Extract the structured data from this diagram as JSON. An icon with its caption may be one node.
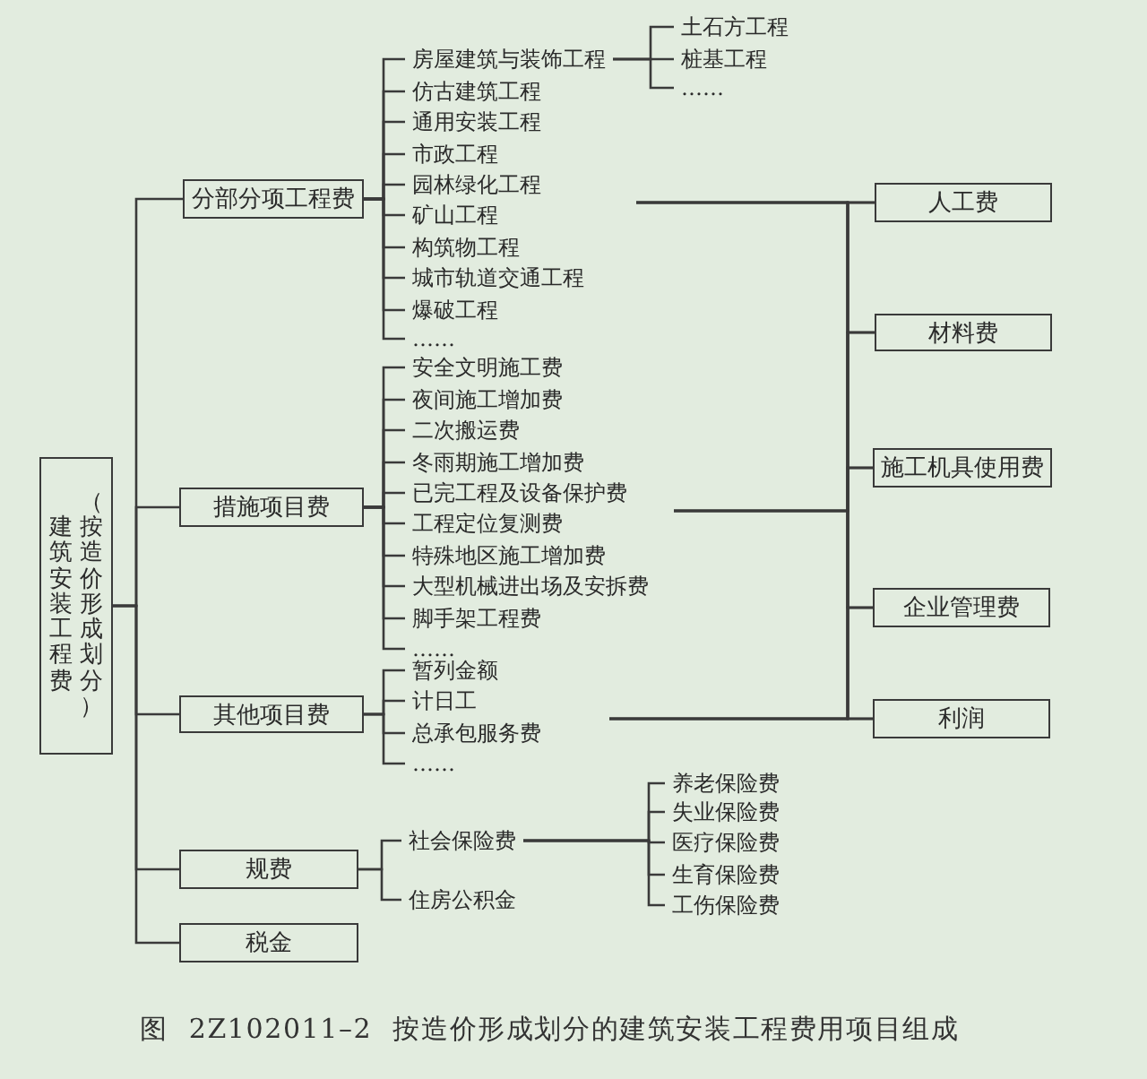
{
  "diagram": {
    "caption": "图 2Z102011–2 按造价形成划分的建筑安装工程费用项目组成",
    "nodes": [
      {
        "text": [
          "建筑安装工程费",
          "（按造价形成划分）"
        ]
      },
      {
        "text": [
          "分部分项工程费"
        ]
      },
      {
        "text": [
          "房屋建筑与装饰工程"
        ]
      },
      {
        "text": [
          "土石方工程"
        ]
      },
      {
        "text": [
          "桩基工程"
        ]
      },
      {
        "text": [
          "……"
        ]
      },
      {
        "text": [
          "仿古建筑工程"
        ]
      },
      {
        "text": [
          "通用安装工程"
        ]
      },
      {
        "text": [
          "市政工程"
        ]
      },
      {
        "text": [
          "园林绿化工程"
        ]
      },
      {
        "text": [
          "矿山工程"
        ]
      },
      {
        "text": [
          "构筑物工程"
        ]
      },
      {
        "text": [
          "城市轨道交通工程"
        ]
      },
      {
        "text": [
          "爆破工程"
        ]
      },
      {
        "text": [
          "……"
        ]
      },
      {
        "text": [
          "措施项目费"
        ]
      },
      {
        "text": [
          "安全文明施工费"
        ]
      },
      {
        "text": [
          "夜间施工增加费"
        ]
      },
      {
        "text": [
          "二次搬运费"
        ]
      },
      {
        "text": [
          "冬雨期施工增加费"
        ]
      },
      {
        "text": [
          "已完工程及设备保护费"
        ]
      },
      {
        "text": [
          "工程定位复测费"
        ]
      },
      {
        "text": [
          "特殊地区施工增加费"
        ]
      },
      {
        "text": [
          "大型机械进出场及安拆费"
        ]
      },
      {
        "text": [
          "脚手架工程费"
        ]
      },
      {
        "text": [
          "……"
        ]
      },
      {
        "text": [
          "其他项目费"
        ]
      },
      {
        "text": [
          "暂列金额"
        ]
      },
      {
        "text": [
          "计日工"
        ]
      },
      {
        "text": [
          "总承包服务费"
        ]
      },
      {
        "text": [
          "……"
        ]
      },
      {
        "text": [
          "规费"
        ]
      },
      {
        "text": [
          "社会保险费"
        ]
      },
      {
        "text": [
          "养老保险费"
        ]
      },
      {
        "text": [
          "失业保险费"
        ]
      },
      {
        "text": [
          "医疗保险费"
        ]
      },
      {
        "text": [
          "生育保险费"
        ]
      },
      {
        "text": [
          "工伤保险费"
        ]
      },
      {
        "text": [
          "住房公积金"
        ]
      },
      {
        "text": [
          "税金"
        ]
      },
      {
        "text": [
          "人工费"
        ]
      },
      {
        "text": [
          "材料费"
        ]
      },
      {
        "text": [
          "施工机具使用费"
        ]
      },
      {
        "text": [
          "企业管理费"
        ]
      },
      {
        "text": [
          "利润"
        ]
      }
    ],
    "edges": [
      {
        "from": 0,
        "to": 1,
        "arrow": "none"
      },
      {
        "from": 0,
        "to": 15,
        "arrow": "none"
      },
      {
        "from": 0,
        "to": 26,
        "arrow": "none"
      },
      {
        "from": 0,
        "to": 31,
        "arrow": "none"
      },
      {
        "from": 0,
        "to": 39,
        "arrow": "none"
      },
      {
        "from": 1,
        "to": 2,
        "arrow": "none"
      },
      {
        "from": 1,
        "to": 6,
        "arrow": "none"
      },
      {
        "from": 1,
        "to": 7,
        "arrow": "none"
      },
      {
        "from": 1,
        "to": 8,
        "arrow": "none"
      },
      {
        "from": 1,
        "to": 9,
        "arrow": "none"
      },
      {
        "from": 1,
        "to": 10,
        "arrow": "none"
      },
      {
        "from": 1,
        "to": 11,
        "arrow": "none"
      },
      {
        "from": 1,
        "to": 12,
        "arrow": "none"
      },
      {
        "from": 1,
        "to": 13,
        "arrow": "none"
      },
      {
        "from": 1,
        "to": 14,
        "arrow": "none"
      },
      {
        "from": 2,
        "to": 3,
        "arrow": "none"
      },
      {
        "from": 2,
        "to": 4,
        "arrow": "none"
      },
      {
        "from": 2,
        "to": 5,
        "arrow": "none"
      },
      {
        "from": 15,
        "to": 16,
        "arrow": "none"
      },
      {
        "from": 15,
        "to": 17,
        "arrow": "none"
      },
      {
        "from": 15,
        "to": 18,
        "arrow": "none"
      },
      {
        "from": 15,
        "to": 19,
        "arrow": "none"
      },
      {
        "from": 15,
        "to": 20,
        "arrow": "none"
      },
      {
        "from": 15,
        "to": 21,
        "arrow": "none"
      },
      {
        "from": 15,
        "to": 22,
        "arrow": "none"
      },
      {
        "from": 15,
        "to": 23,
        "arrow": "none"
      },
      {
        "from": 15,
        "to": 24,
        "arrow": "none"
      },
      {
        "from": 15,
        "to": 25,
        "arrow": "none"
      },
      {
        "from": 26,
        "to": 27,
        "arrow": "none"
      },
      {
        "from": 26,
        "to": 28,
        "arrow": "none"
      },
      {
        "from": 26,
        "to": 29,
        "arrow": "none"
      },
      {
        "from": 26,
        "to": 30,
        "arrow": "none"
      },
      {
        "from": 31,
        "to": 32,
        "arrow": "none"
      },
      {
        "from": 31,
        "to": 38,
        "arrow": "none"
      },
      {
        "from": 32,
        "to": 33,
        "arrow": "none"
      },
      {
        "from": 32,
        "to": 34,
        "arrow": "none"
      },
      {
        "from": 32,
        "to": 35,
        "arrow": "none"
      },
      {
        "from": 32,
        "to": 36,
        "arrow": "none"
      },
      {
        "from": 32,
        "to": 37,
        "arrow": "none"
      },
      {
        "from": null,
        "to": 40,
        "arrow": "none"
      },
      {
        "from": null,
        "to": 41,
        "arrow": "none"
      },
      {
        "from": null,
        "to": 42,
        "arrow": "none"
      },
      {
        "from": null,
        "to": 43,
        "arrow": "none"
      },
      {
        "from": null,
        "to": 44,
        "arrow": "none"
      },
      {
        "from": null,
        "to": 40,
        "arrow": "none"
      },
      {
        "from": null,
        "to": 41,
        "arrow": "none"
      },
      {
        "from": null,
        "to": 42,
        "arrow": "none"
      },
      {
        "from": null,
        "to": 43,
        "arrow": "none"
      },
      {
        "from": null,
        "to": 44,
        "arrow": "none"
      },
      {
        "from": null,
        "to": 40,
        "arrow": "none"
      },
      {
        "from": null,
        "to": 41,
        "arrow": "none"
      },
      {
        "from": null,
        "to": 42,
        "arrow": "none"
      },
      {
        "from": null,
        "to": 43,
        "arrow": "none"
      },
      {
        "from": null,
        "to": 44,
        "arrow": "none"
      }
    ]
  }
}
